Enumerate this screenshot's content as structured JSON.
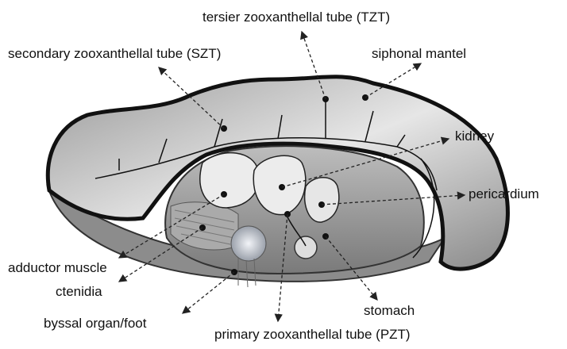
{
  "title": "Giant clam anatomy with zooxanthellal tube system",
  "labels": {
    "tzt": "tersier zooxanthellal tube (TZT)",
    "szt": "secondary zooxanthellal tube (SZT)",
    "siphonal_mantel": "siphonal mantel",
    "kidney": "kidney",
    "pericardium": "pericardium",
    "adductor_muscle": "adductor muscle",
    "ctenidia": "ctenidia",
    "byssal": "byssal organ/foot",
    "pzt": "primary zooxanthellal tube (PZT)",
    "stomach": "stomach"
  }
}
